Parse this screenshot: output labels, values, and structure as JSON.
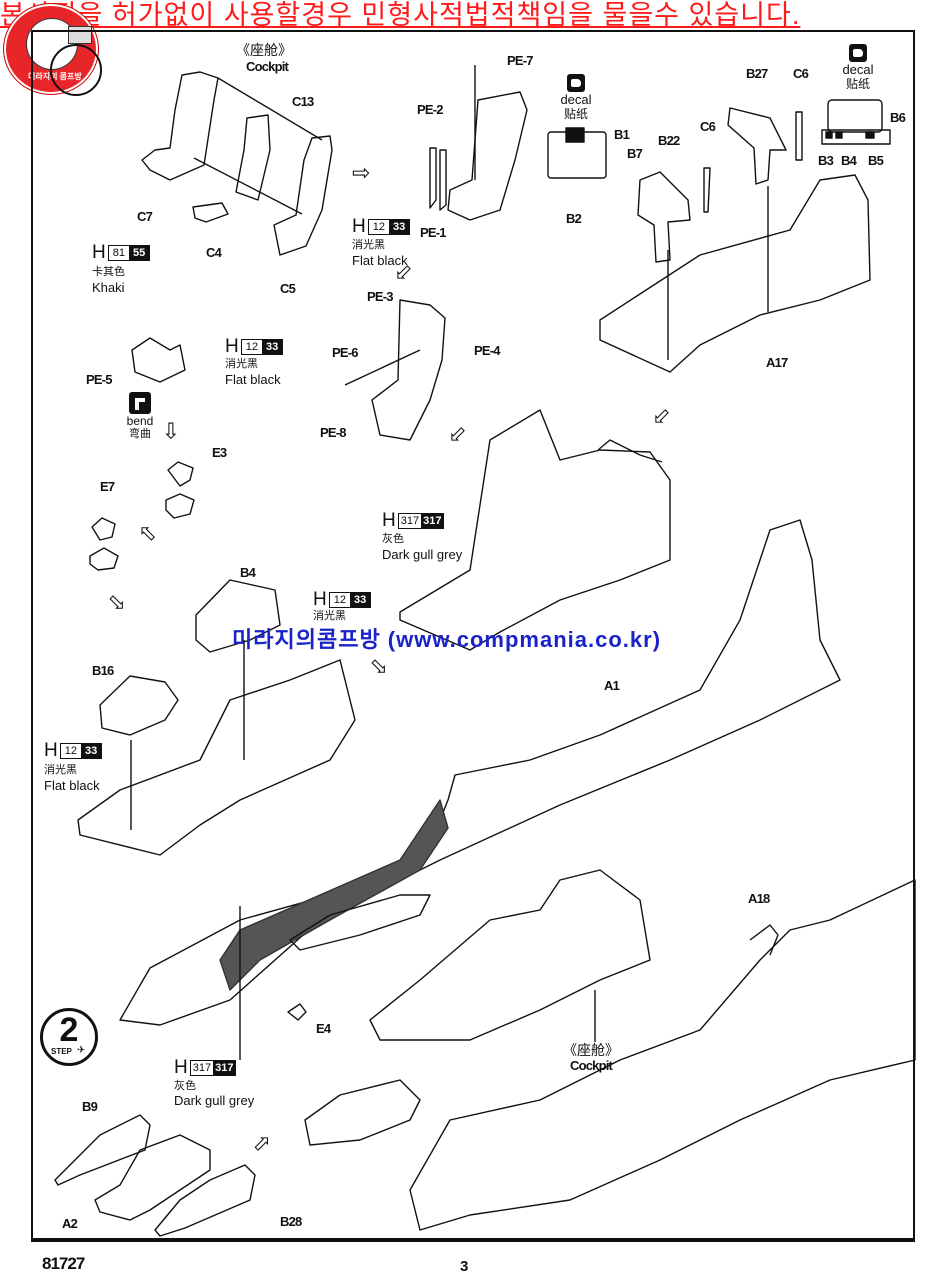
{
  "watermark": {
    "banner_text": "본사진을 허가없이 사용할경우 민형사적법적책임을 물을수 있습니다.",
    "site_text": "미라지의콤프방 (www.compmania.co.kr)",
    "logo_text": "미라지의 콤프방",
    "banner_color": "#ff1a1a",
    "site_color": "#1a23c9"
  },
  "page": {
    "kit_number": "81727",
    "page_number": "3",
    "step_number": "2",
    "step_label": "STEP"
  },
  "labels": {
    "cockpit_cn": "《座舱》",
    "cockpit_en": "Cockpit",
    "decal_en": "decal",
    "decal_cn": "贴纸",
    "bend_en": "bend",
    "bend_cn": "弯曲"
  },
  "paints": {
    "khaki": {
      "prefix": "H",
      "code_a": "81",
      "code_b": "55",
      "name_cn": "卡其色",
      "name_en": "Khaki"
    },
    "flat_black": {
      "prefix": "H",
      "code_a": "12",
      "code_b": "33",
      "name_cn": "消光黑",
      "name_en": "Flat black"
    },
    "dark_gull_grey": {
      "prefix": "H",
      "code_a": "317",
      "code_b": "317",
      "name_cn": "灰色",
      "name_en": "Dark gull grey"
    }
  },
  "parts": {
    "c13": "C13",
    "c7": "C7",
    "c4": "C4",
    "c5": "C5",
    "pe1": "PE-1",
    "pe2": "PE-2",
    "pe3": "PE-3",
    "pe4": "PE-4",
    "pe5": "PE-5",
    "pe6": "PE-6",
    "pe7": "PE-7",
    "pe8": "PE-8",
    "b1": "B1",
    "b2": "B2",
    "b3": "B3",
    "b4": "B4",
    "b5": "B5",
    "b6": "B6",
    "b7": "B7",
    "b9": "B9",
    "b16": "B16",
    "b22": "B22",
    "b27": "B27",
    "b28": "B28",
    "c6": "C6",
    "a1": "A1",
    "a2": "A2",
    "a17": "A17",
    "a18": "A18",
    "e3": "E3",
    "e4": "E4",
    "e7": "E7"
  }
}
